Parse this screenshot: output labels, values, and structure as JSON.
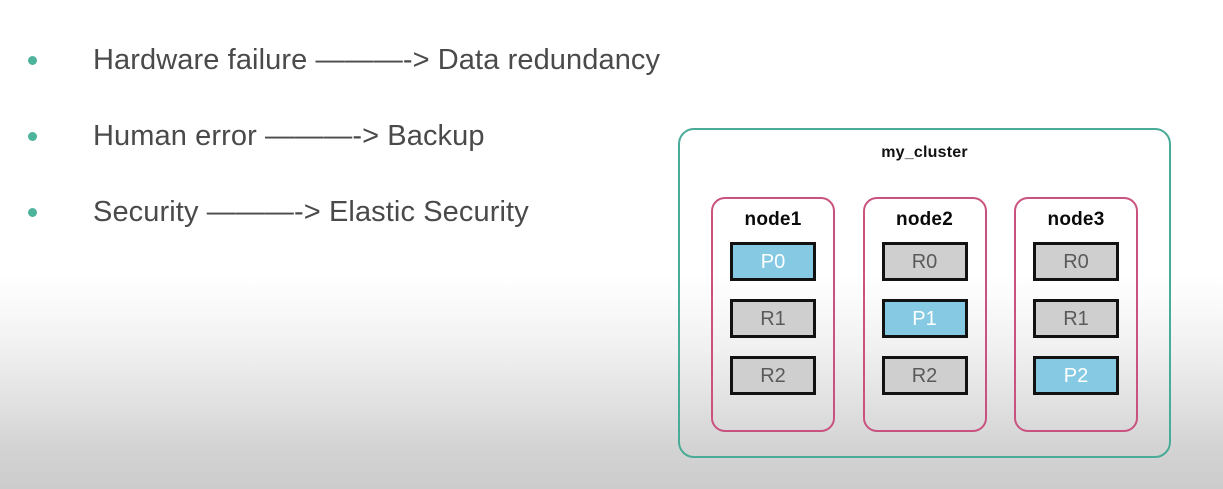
{
  "slide": {
    "bullets": [
      {
        "text": "Hardware failure ———-> Data redundancy",
        "problem": "Hardware failure",
        "solution": "Data redundancy"
      },
      {
        "text": "Human error ———-> Backup",
        "problem": "Human error",
        "solution": "Backup"
      },
      {
        "text": "Security ———-> Elastic Security",
        "problem": "Security",
        "solution": "Elastic Security"
      }
    ],
    "bullet_marker": "bullet-dot"
  },
  "cluster": {
    "title": "my_cluster",
    "border_color": "#4aab98",
    "node_border_color": "#c9527f",
    "primary_color": "#86c9e3",
    "replica_color": "#cfcfcf",
    "nodes": [
      {
        "name": "node1",
        "shards": [
          {
            "label": "P0",
            "type": "primary"
          },
          {
            "label": "R1",
            "type": "replica"
          },
          {
            "label": "R2",
            "type": "replica"
          }
        ]
      },
      {
        "name": "node2",
        "shards": [
          {
            "label": "R0",
            "type": "replica"
          },
          {
            "label": "P1",
            "type": "primary"
          },
          {
            "label": "R2",
            "type": "replica"
          }
        ]
      },
      {
        "name": "node3",
        "shards": [
          {
            "label": "R0",
            "type": "replica"
          },
          {
            "label": "R1",
            "type": "replica"
          },
          {
            "label": "P2",
            "type": "primary"
          }
        ]
      }
    ]
  },
  "colors": {
    "text": "#4a4a4a",
    "bullet": "#4db39a",
    "cluster_border": "#4aab98",
    "node_border": "#c9527f",
    "primary_shard": "#86c9e3",
    "replica_shard": "#cfcfcf"
  }
}
